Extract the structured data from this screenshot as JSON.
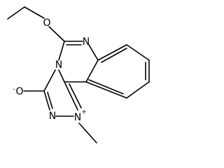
{
  "molecule": {
    "atoms": [
      {
        "id": "o_ether",
        "label": "O",
        "charge": ""
      },
      {
        "id": "n_top",
        "label": "N",
        "charge": ""
      },
      {
        "id": "n_bridge",
        "label": "N",
        "charge": ""
      },
      {
        "id": "o_oxide",
        "label": "O",
        "charge": "-"
      },
      {
        "id": "n_lower",
        "label": "N",
        "charge": ""
      },
      {
        "id": "n_plus",
        "label": "N",
        "charge": "+"
      }
    ]
  },
  "colors": {
    "ink": "#000000",
    "background": "#ffffff"
  }
}
